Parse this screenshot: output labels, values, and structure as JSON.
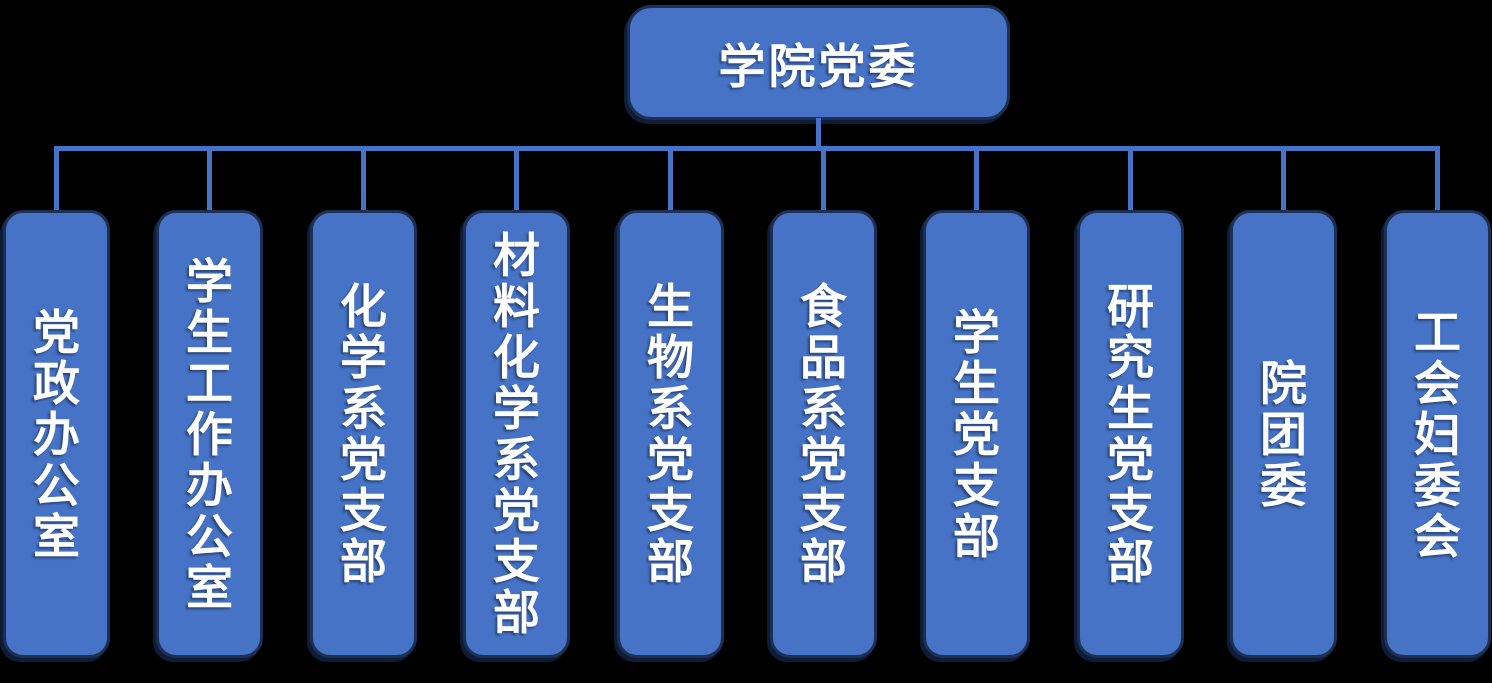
{
  "org_chart": {
    "root": {
      "label": "学院党委"
    },
    "children": [
      {
        "label": "党政办公室"
      },
      {
        "label": "学生工作办公室"
      },
      {
        "label": "化学系党支部"
      },
      {
        "label": "材料化学系党支部"
      },
      {
        "label": "生物系党支部"
      },
      {
        "label": "食品系党支部"
      },
      {
        "label": "学生党支部"
      },
      {
        "label": "研究生党支部"
      },
      {
        "label": "院团委"
      },
      {
        "label": "工会妇委会"
      }
    ],
    "colors": {
      "background": "#000000",
      "box_fill": "#4673c5",
      "box_border": "#1d3054",
      "connector": "#4573c8",
      "text": "#ffffff"
    }
  }
}
